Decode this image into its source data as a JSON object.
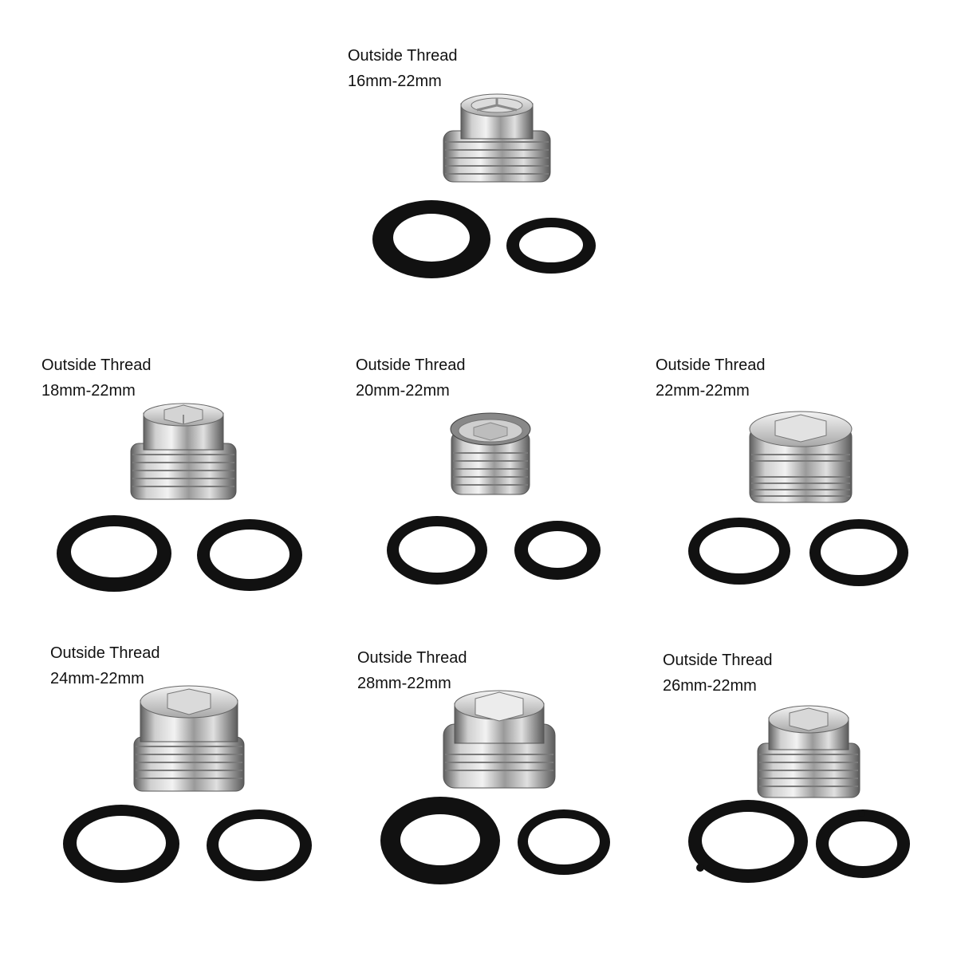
{
  "items": [
    {
      "label": "Outside Thread",
      "size": "16mm-22mm"
    },
    {
      "label": "Outside Thread",
      "size": "18mm-22mm"
    },
    {
      "label": "Outside Thread",
      "size": "20mm-22mm"
    },
    {
      "label": "Outside Thread",
      "size": "22mm-22mm"
    },
    {
      "label": "Outside Thread",
      "size": "24mm-22mm"
    },
    {
      "label": "Outside Thread",
      "size": "28mm-22mm"
    },
    {
      "label": "Outside Thread",
      "size": "26mm-22mm"
    }
  ],
  "colors": {
    "background": "#ffffff",
    "gasket": "#111111",
    "chrome_light": "#e6e6e6",
    "chrome_dark": "#6a6a6a"
  }
}
